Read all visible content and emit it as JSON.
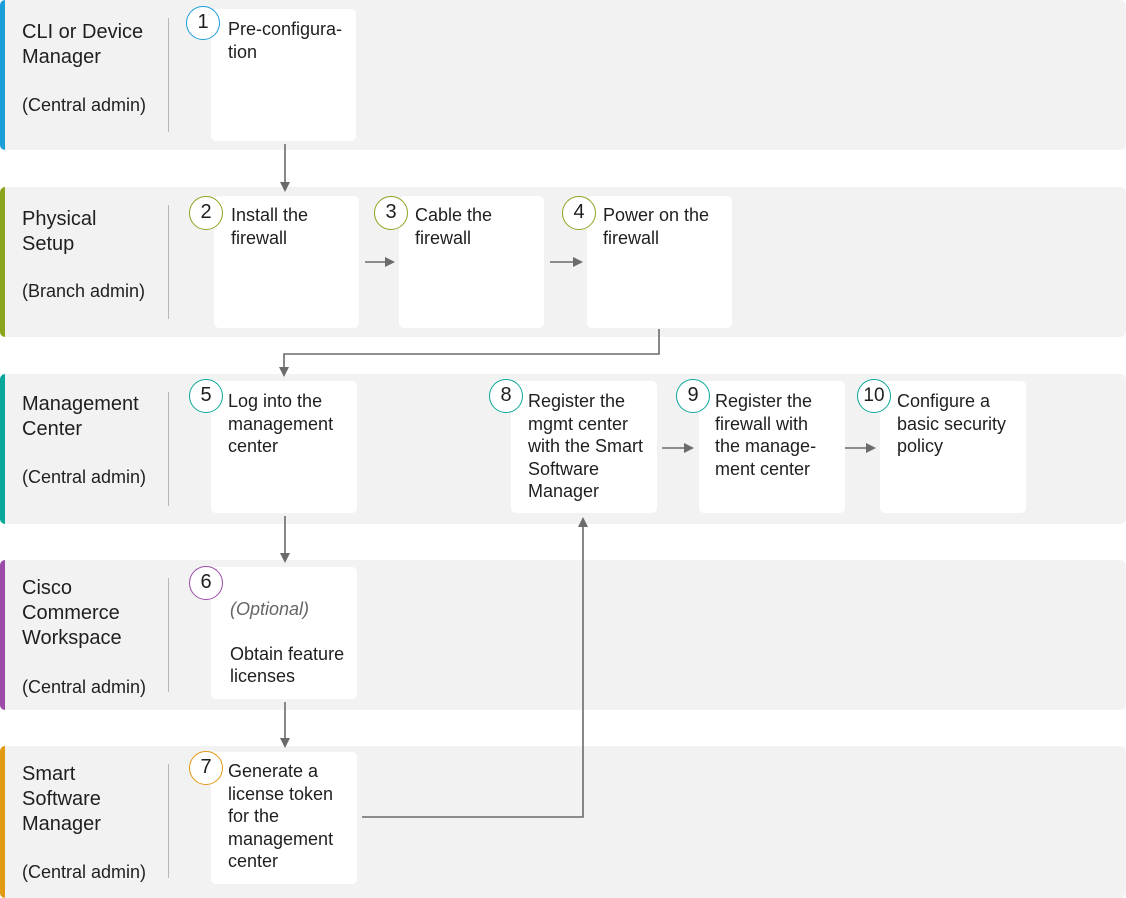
{
  "colors": {
    "cli": "#1a9fd9",
    "physical": "#8ca51f",
    "management": "#0aa89a",
    "commerce": "#9a4ca8",
    "smart": "#e19a12",
    "arrow": "#6b6b6b"
  },
  "lanes": [
    {
      "id": "cli",
      "title": "CLI or Device\nManager",
      "role": "(Central admin)"
    },
    {
      "id": "physical",
      "title": "Physical\nSetup",
      "role": "(Branch admin)"
    },
    {
      "id": "management",
      "title": "Management\nCenter",
      "role": "(Central admin)"
    },
    {
      "id": "commerce",
      "title": "Cisco\nCommerce\nWorkspace",
      "role": "(Central admin)"
    },
    {
      "id": "smart",
      "title": "Smart\nSoftware\nManager",
      "role": "(Central admin)"
    }
  ],
  "steps": [
    {
      "number": "1",
      "text": "Pre-configura-\ntion"
    },
    {
      "number": "2",
      "text": "Install the\nfirewall"
    },
    {
      "number": "3",
      "text": "Cable the\nfirewall"
    },
    {
      "number": "4",
      "text": "Power on the\nfirewall"
    },
    {
      "number": "5",
      "text": "Log into the\nmanagement\ncenter"
    },
    {
      "number": "6",
      "optional": "(Optional)",
      "text": "Obtain feature\nlicenses"
    },
    {
      "number": "7",
      "text": "Generate a\nlicense token\nfor the\nmanagement\ncenter"
    },
    {
      "number": "8",
      "text": "Register the\nmgmt center\nwith the Smart\nSoftware\nManager"
    },
    {
      "number": "9",
      "text": "Register the\nfirewall with\nthe manage-\nment center"
    },
    {
      "number": "10",
      "text": "Configure a\nbasic security\npolicy"
    }
  ]
}
